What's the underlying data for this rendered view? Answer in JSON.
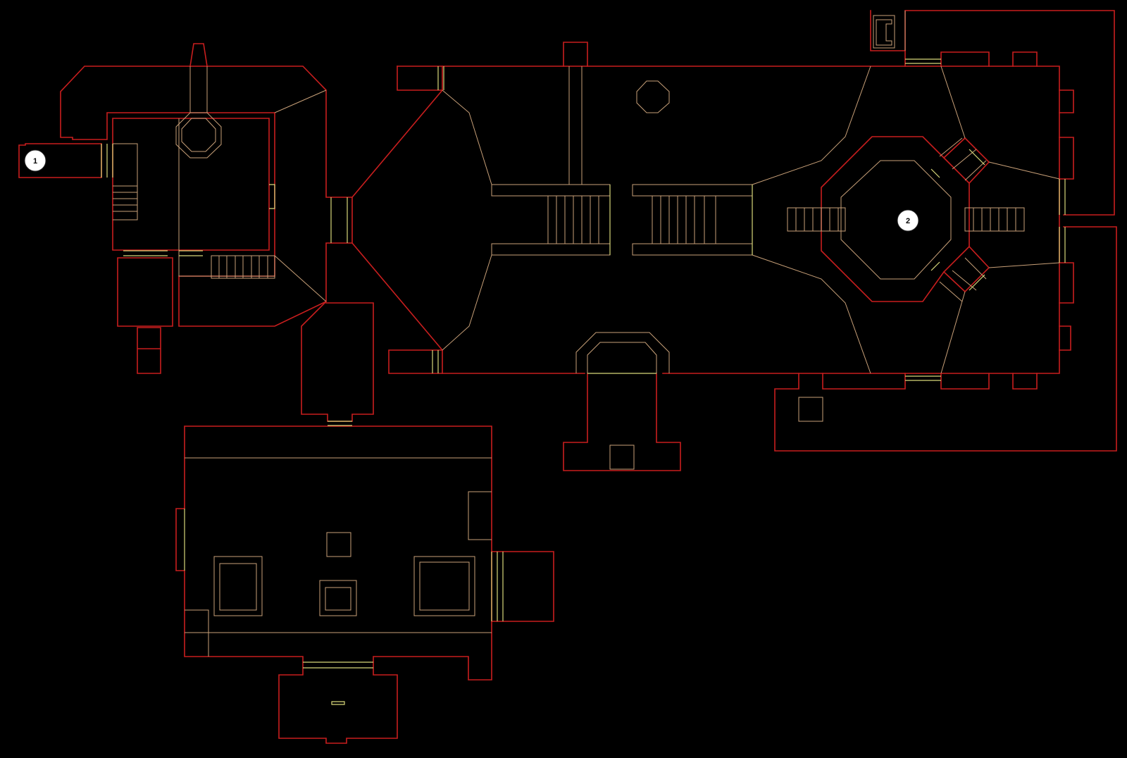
{
  "map": {
    "colors": {
      "background": "#000000",
      "wall": "#c81e1e",
      "step": "#c8a078",
      "door": "#d8d87a",
      "marker_fill": "#ffffff",
      "marker_text": "#000000"
    },
    "markers": [
      {
        "id": "marker-1",
        "label": "1"
      },
      {
        "id": "marker-2",
        "label": "2"
      }
    ]
  }
}
